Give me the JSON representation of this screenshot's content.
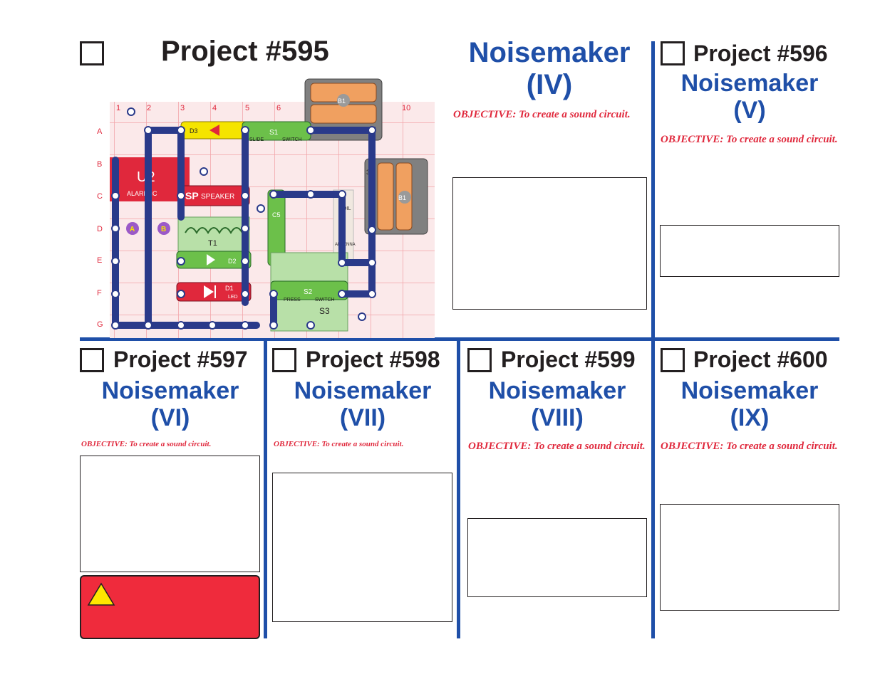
{
  "p595": {
    "number": "Project #595",
    "title_line1": "Noisemaker",
    "title_line2": "(IV)",
    "objective": "OBJECTIVE:  To create a sound circuit."
  },
  "p596": {
    "number": "Project #596",
    "title_line1": "Noisemaker",
    "title_line2": "(V)",
    "objective": "OBJECTIVE:  To create a sound circuit."
  },
  "p597": {
    "number": "Project #597",
    "title_line1": "Noisemaker",
    "title_line2": "(VI)",
    "objective": "OBJECTIVE:  To create a sound circuit."
  },
  "p598": {
    "number": "Project #598",
    "title_line1": "Noisemaker",
    "title_line2": "(VII)",
    "objective": "OBJECTIVE:  To create a sound circuit."
  },
  "p599": {
    "number": "Project #599",
    "title_line1": "Noisemaker",
    "title_line2": "(VIII)",
    "objective": "OBJECTIVE:  To create a sound circuit."
  },
  "p600": {
    "number": "Project #600",
    "title_line1": "Noisemaker",
    "title_line2": "(IX)",
    "objective": "OBJECTIVE:  To create a sound circuit."
  },
  "circuit": {
    "columns": [
      "1",
      "2",
      "3",
      "4",
      "5",
      "6",
      "10"
    ],
    "rows": [
      "A",
      "B",
      "C",
      "D",
      "E",
      "F",
      "G"
    ],
    "parts": {
      "u2": "U2",
      "alarm": "ALARM IC",
      "sp": "SP",
      "speaker": "SPEAKER",
      "t1": "T1",
      "d1": "D1",
      "d2": "D2",
      "d3": "D3",
      "led": "LED",
      "s1": "S1",
      "slide": "SLIDE",
      "switch": "SWITCH",
      "s2": "S2",
      "press": "PRESS",
      "s3": "S3",
      "c5": "C5",
      "coil": "COIL",
      "antenna": "ANTENNA",
      "b1": "B1",
      "volt": "3V",
      "a": "A",
      "b": "B"
    }
  },
  "colors": {
    "title_blue": "#1f4fa8",
    "objective_red": "#e0283c",
    "warning_red": "#ef2b3c",
    "warning_yellow": "#ffe600"
  },
  "icons": {
    "warning": "warning-triangle-icon",
    "checkbox": "checkbox-icon"
  }
}
